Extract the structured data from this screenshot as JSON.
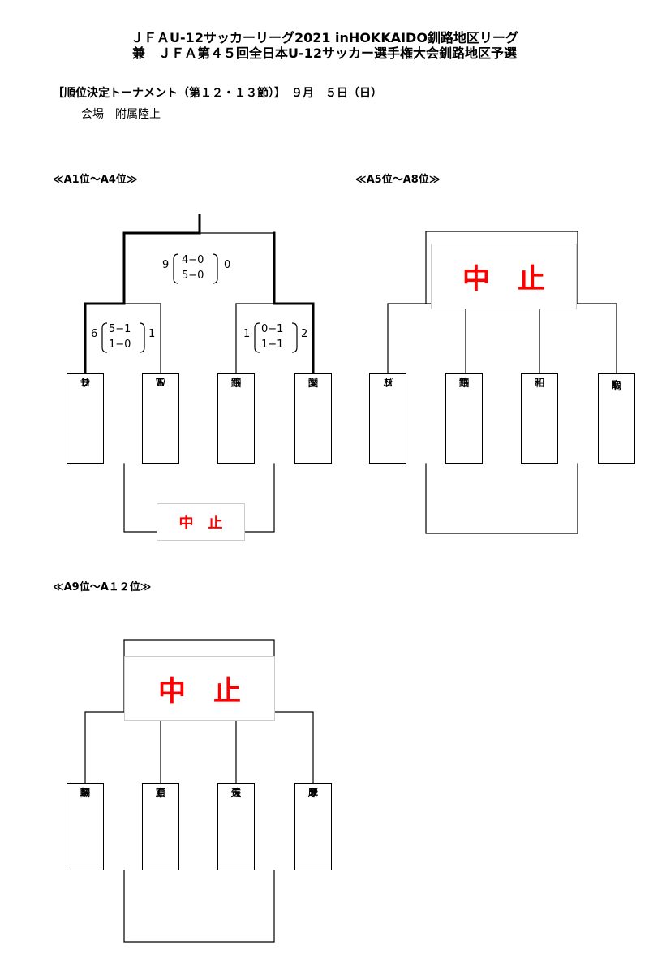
{
  "header": {
    "title_line1": "ＪＦＡU-12サッカーリーグ2021 inHOKKAIDO釧路地区リーグ",
    "title_line2": "兼　ＪＦＡ第４５回全日本U-12サッカー選手権大会釧路地区予選",
    "subtitle": "【順位決定トーナメント（第１２・１３節）】　９月　５日（日）",
    "venue": "会場　附属陸上"
  },
  "sections": [
    {
      "label": "≪A1位～A4位≫",
      "teams": [
        {
          "name": "コンサドーレ"
        },
        {
          "name": "T・WEST"
        },
        {
          "name": "SC釧路"
        },
        {
          "name": "愛国V"
        }
      ],
      "matches": [
        {
          "left": "6",
          "right": "1",
          "top_score": "5−1",
          "bottom_score": "1−0"
        },
        {
          "left": "1",
          "right": "2",
          "top_score": "0−1",
          "bottom_score": "1−1"
        },
        {
          "left": "9",
          "right": "0",
          "top_score": "4−0",
          "bottom_score": "5−0"
        }
      ],
      "third_place_status": "中　止"
    },
    {
      "label": "≪A5位～A8位≫",
      "teams": [
        {
          "name": "コンバット"
        },
        {
          "name": "SC釧路D"
        },
        {
          "name": "昭和"
        },
        {
          "name": "鳥取FC"
        }
      ],
      "status": "中　止"
    },
    {
      "label": "≪A9位～A１２位≫",
      "teams": [
        {
          "name": "朝陽SSM"
        },
        {
          "name": "富原FC"
        },
        {
          "name": "遠矢SSC"
        },
        {
          "name": "厚岸オストラ"
        }
      ],
      "status": "中　止"
    }
  ]
}
